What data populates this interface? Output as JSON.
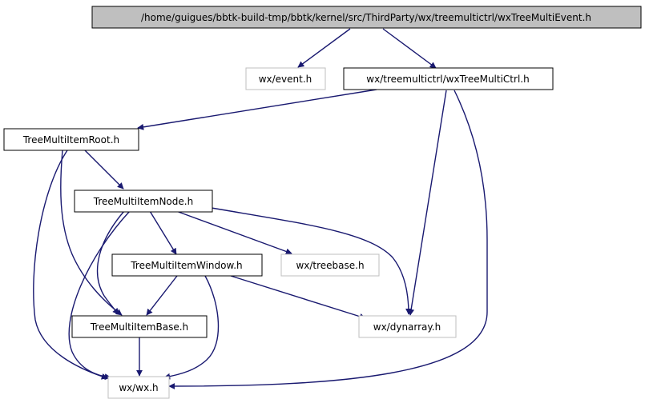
{
  "colors": {
    "edge": "#191970",
    "root_fill": "#bfbfbf",
    "solid_border": "#000000",
    "ghost_border": "#bfbfbf"
  },
  "nodes": {
    "root": "/home/guigues/bbtk-build-tmp/bbtk/kernel/src/ThirdParty/wx/treemultictrl/wxTreeMultiEvent.h",
    "wx_event": "wx/event.h",
    "wx_tree_multi_ctrl": "wx/treemultictrl/wxTreeMultiCtrl.h",
    "tree_multi_item_root": "TreeMultiItemRoot.h",
    "tree_multi_item_node": "TreeMultiItemNode.h",
    "tree_multi_item_window": "TreeMultiItemWindow.h",
    "wx_treebase": "wx/treebase.h",
    "tree_multi_item_base": "TreeMultiItemBase.h",
    "wx_dynarray": "wx/dynarray.h",
    "wx_wx": "wx/wx.h"
  }
}
